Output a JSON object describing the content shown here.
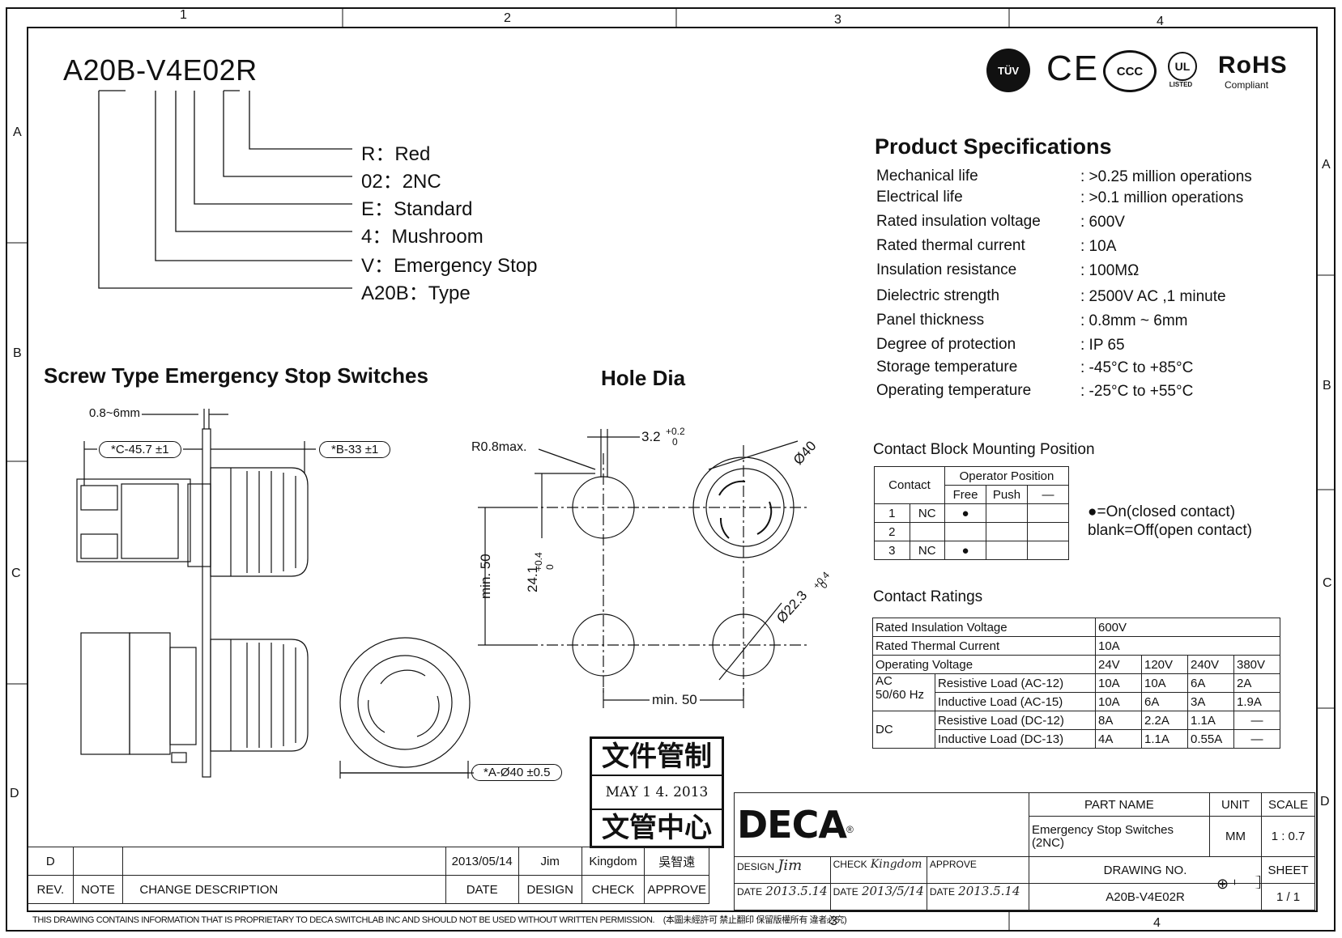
{
  "zones": {
    "top": [
      "1",
      "2",
      "3",
      "4"
    ],
    "left": [
      "A",
      "B",
      "C",
      "D"
    ],
    "right": [
      "A",
      "B",
      "C",
      "D"
    ],
    "bottom": [
      "3",
      "4"
    ]
  },
  "part_code": {
    "code": "A20B-V4E02R",
    "legend": [
      "R：Red",
      "02：2NC",
      "E：Standard",
      "4：Mushroom",
      "V：Emergency Stop",
      "A20B：Type"
    ]
  },
  "certifications": {
    "tuv": "TÜV",
    "ce": "CE",
    "ccc": "CCC",
    "ul": "UL",
    "ul_listed": "LISTED",
    "rohs": "RoHS",
    "rohs_sub": "Compliant"
  },
  "specs": {
    "title": "Product Specifications",
    "rows": [
      {
        "label": "Mechanical life",
        "value": ": >0.25 million operations"
      },
      {
        "label": "Electrical life",
        "value": ": >0.1 million operations"
      },
      {
        "label": "Rated insulation voltage",
        "value": ": 600V"
      },
      {
        "label": "Rated thermal current",
        "value": ": 10A"
      },
      {
        "label": "Insulation resistance",
        "value": ": 100MΩ"
      },
      {
        "label": "Dielectric strength",
        "value": ": 2500V AC ,1 minute"
      },
      {
        "label": "Panel thickness",
        "value": ": 0.8mm ~ 6mm"
      },
      {
        "label": "Degree of protection",
        "value": ": IP 65"
      },
      {
        "label": "Storage temperature",
        "value": ": -45°C to +85°C"
      },
      {
        "label": "Operating temperature",
        "value": ": -25°C to +55°C"
      }
    ]
  },
  "switch_drawing": {
    "title": "Screw Type Emergency Stop Switches",
    "panel": "0.8~6mm",
    "dim_c": "*C-45.7 ±1",
    "dim_b": "*B-33 ±1",
    "dim_a": "*A-Ø40 ±0.5"
  },
  "hole": {
    "title": "Hole Dia",
    "r": "R0.8max.",
    "slot": "3.2",
    "slot_tol_up": "+0.2",
    "slot_tol_lo": "0",
    "dia40": "Ø40",
    "dia223": "Ø22.3",
    "dia_tol_up": "+0.4",
    "dia_tol_lo": "0",
    "v241": "24.1",
    "v241_tol_up": "+0.4",
    "v241_tol_lo": "0",
    "min50v": "min. 50",
    "min50h": "min. 50"
  },
  "contact_block": {
    "title": "Contact Block Mounting Position",
    "hdr_contact": "Contact",
    "hdr_operator": "Operator Position",
    "hdr_free": "Free",
    "hdr_push": "Push",
    "hdr_dash": "—",
    "rows": [
      {
        "no": "1",
        "type": "NC",
        "free": "●"
      },
      {
        "no": "2",
        "type": "",
        "free": ""
      },
      {
        "no": "3",
        "type": "NC",
        "free": "●"
      }
    ],
    "note1": "●=On(closed contact)",
    "note2": "blank=Off(open contact)"
  },
  "ratings": {
    "title": "Contact Ratings",
    "insulation_label": "Rated Insulation Voltage",
    "insulation": "600V",
    "thermal_label": "Rated Thermal Current",
    "thermal": "10A",
    "opv_label": "Operating Voltage",
    "voltages": [
      "24V",
      "120V",
      "240V",
      "380V"
    ],
    "ac_label": "AC",
    "ac_hz": "50/60 Hz",
    "dc_label": "DC",
    "loads": [
      {
        "name": "Resistive Load (AC-12)",
        "vals": [
          "10A",
          "10A",
          "6A",
          "2A"
        ]
      },
      {
        "name": "Inductive Load (AC-15)",
        "vals": [
          "10A",
          "6A",
          "3A",
          "1.9A"
        ]
      },
      {
        "name": "Resistive Load (DC-12)",
        "vals": [
          "8A",
          "2.2A",
          "1.1A",
          "—"
        ]
      },
      {
        "name": "Inductive Load (DC-13)",
        "vals": [
          "4A",
          "1.1A",
          "0.55A",
          "—"
        ]
      }
    ]
  },
  "stamp": {
    "top": "文件管制",
    "date": "MAY 1 4. 2013",
    "bottom": "文管中心"
  },
  "title_block": {
    "logo": "DECA",
    "logo_reg": "®",
    "part_name_label": "PART NAME",
    "part_name": "Emergency Stop Switches (2NC)",
    "unit_label": "UNIT",
    "unit": "MM",
    "scale_label": "SCALE",
    "scale": "1 : 0.7",
    "drawing_no_label": "DRAWING NO.",
    "drawing_no": "A20B-V4E02R",
    "sheet_label": "SHEET",
    "sheet": "1 / 1",
    "design_label": "DESIGN",
    "check_label": "CHECK",
    "approve_label": "APPROVE",
    "date_label": "DATE",
    "design_date": "2013.5.14",
    "check_date": "2013/5/14",
    "approve_date": "2013.5.14"
  },
  "revision": {
    "rev": "D",
    "date": "2013/05/14",
    "design": "Jim",
    "check": "Kingdom",
    "approve": "吳智遠",
    "hdr_rev": "REV.",
    "hdr_note": "NOTE",
    "hdr_change": "CHANGE DESCRIPTION",
    "hdr_date": "DATE",
    "hdr_design": "DESIGN",
    "hdr_check": "CHECK",
    "hdr_approve": "APPROVE"
  },
  "footer": "THIS DRAWING CONTAINS INFORMATION THAT IS PROPRIETARY TO DECA SWITCHLAB INC AND SHOULD NOT BE USED WITHOUT WRITTEN PERMISSION.　(本圖未經許可 禁止翻印 保留版權所有 違者必究)"
}
